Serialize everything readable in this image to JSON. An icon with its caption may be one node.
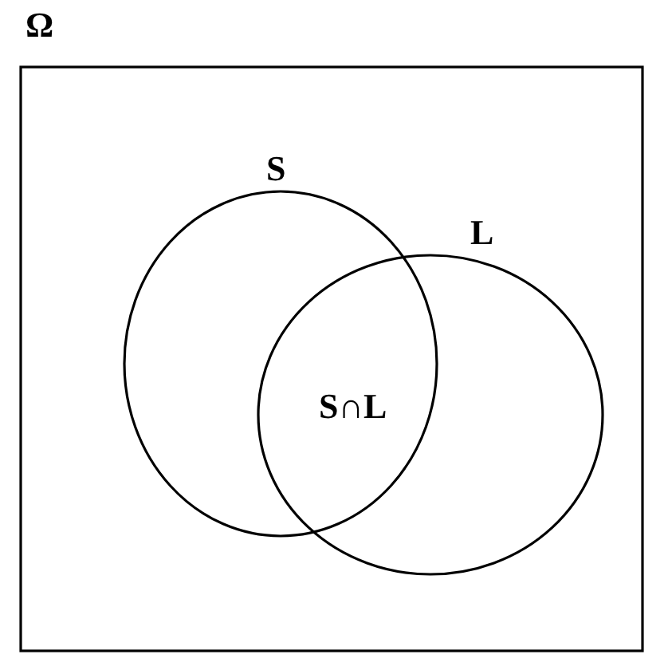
{
  "diagram": {
    "nodes": [
      {
        "text": [
          "Ω"
        ]
      },
      {
        "text": [
          "S"
        ],
        "in": 0
      },
      {
        "text": [
          "L"
        ],
        "in": 0
      }
    ],
    "labels": [
      "S∩L"
    ]
  }
}
